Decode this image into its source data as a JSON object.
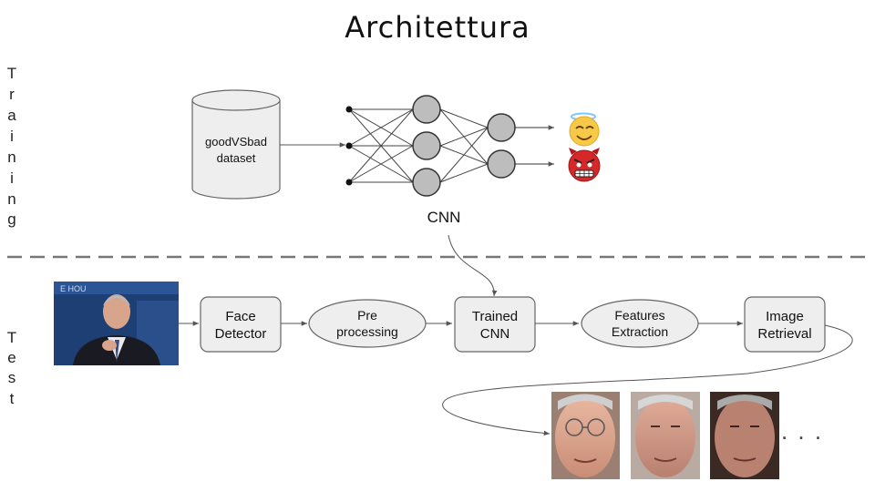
{
  "title": "Architettura",
  "sections": {
    "training_letters": [
      "T",
      "r",
      "a",
      "i",
      "n",
      "i",
      "n",
      "g"
    ],
    "test_letters": [
      "T",
      "e",
      "s",
      "t"
    ]
  },
  "training": {
    "dataset_line1": "goodVSbad",
    "dataset_line2": "dataset",
    "cnn_label": "CNN",
    "outputs": [
      {
        "icon": "angel-smiley-icon"
      },
      {
        "icon": "devil-face-icon"
      }
    ]
  },
  "test": {
    "steps": [
      {
        "name": "face-detector",
        "line1": "Face",
        "line2": "Detector",
        "shape": "box"
      },
      {
        "name": "pre-processing",
        "line1": "Pre",
        "line2": "processing",
        "shape": "ellipse"
      },
      {
        "name": "trained-cnn",
        "line1": "Trained",
        "line2": "CNN",
        "shape": "box"
      },
      {
        "name": "features-extraction",
        "line1": "Features",
        "line2": "Extraction",
        "shape": "ellipse"
      },
      {
        "name": "image-retrieval",
        "line1": "Image",
        "line2": "Retrieval",
        "shape": "box"
      }
    ],
    "ellipsis": ". . ."
  },
  "colors": {
    "node_fill": "#bdbdbd",
    "node_stroke": "#333333",
    "box_fill": "#eeeeee",
    "separator": "#777777",
    "angel_face": "#f7c948",
    "devil_face": "#d62828"
  }
}
